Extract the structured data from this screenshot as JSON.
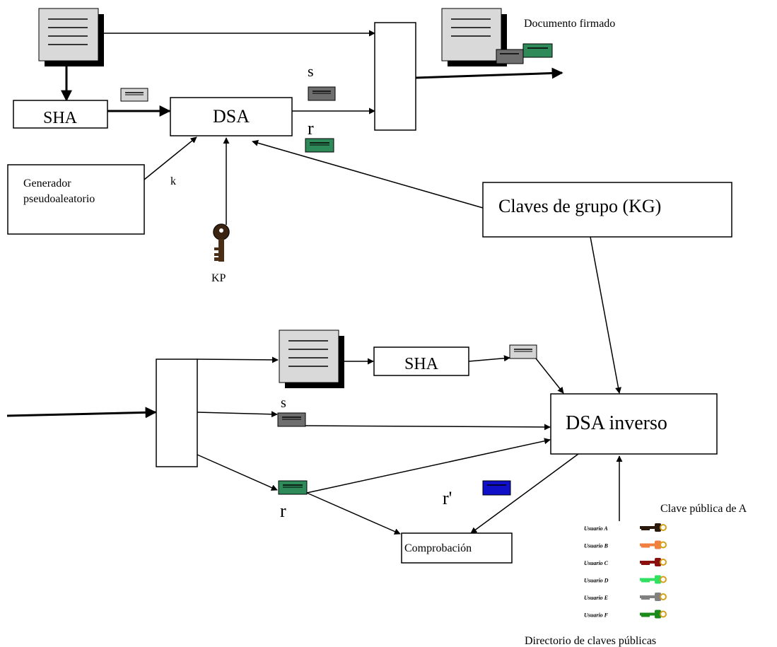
{
  "top": {
    "signed_doc_label": "Documento firmado",
    "sha_label": "SHA",
    "dsa_label": "DSA",
    "s_label": "s",
    "r_label": "r",
    "generator_label_1": "Generador",
    "generator_label_2": "pseudoaleatorio",
    "k_label": "k",
    "kp_label": "KP",
    "group_keys_label": "Claves de grupo (KG)"
  },
  "bottom": {
    "sha_label": "SHA",
    "s_label": "s",
    "r_label": "r",
    "r_prime_label": "r'",
    "dsa_inverse_label": "DSA inverso",
    "check_label": "Comprobación",
    "public_key_a_label": "Clave pública de A",
    "directory_label": "Directorio de claves públicas",
    "directory": [
      {
        "user": "Usuario A",
        "color": "#2a1a0e"
      },
      {
        "user": "Usuario B",
        "color": "#f08040"
      },
      {
        "user": "Usuario C",
        "color": "#8a1010"
      },
      {
        "user": "Usuario D",
        "color": "#30e060"
      },
      {
        "user": "Usuario E",
        "color": "#808080"
      },
      {
        "user": "Usuario F",
        "color": "#1a8a1a"
      }
    ]
  },
  "colors": {
    "hash_token": "#d4d4d4",
    "s_token": "#6e6e6e",
    "r_token": "#2f8a5a",
    "r_prime_token": "#1010c8",
    "doc_page": "#d9d9d9",
    "key_gold": "#d4a017"
  }
}
